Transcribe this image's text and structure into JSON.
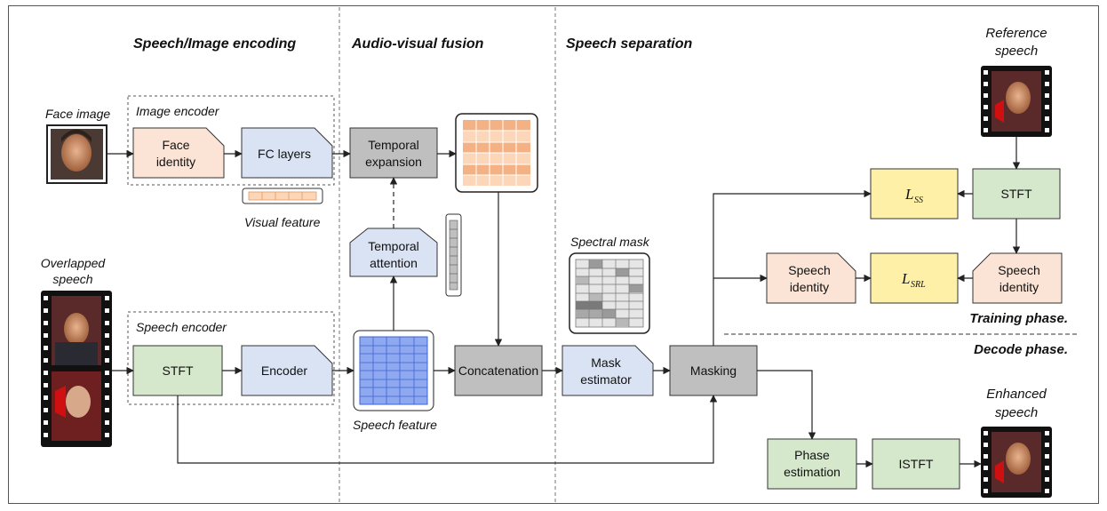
{
  "sections": {
    "speech_image_encoding": "Speech/Image encoding",
    "audio_visual_fusion": "Audio-visual fusion",
    "speech_separation": "Speech separation"
  },
  "captions": {
    "face_image": "Face image",
    "image_encoder": "Image encoder",
    "visual_feature": "Visual feature",
    "overlapped_speech_1": "Overlapped",
    "overlapped_speech_2": "speech",
    "speech_encoder": "Speech encoder",
    "speech_feature": "Speech feature",
    "spectral_mask": "Spectral mask",
    "reference_speech_1": "Reference",
    "reference_speech_2": "speech",
    "enhanced_speech_1": "Enhanced",
    "enhanced_speech_2": "speech"
  },
  "blocks": {
    "face_identity_1": "Face",
    "face_identity_2": "identity",
    "fc_layers": "FC layers",
    "temporal_expansion_1": "Temporal",
    "temporal_expansion_2": "expansion",
    "temporal_attention_1": "Temporal",
    "temporal_attention_2": "attention",
    "stft_speech": "STFT",
    "encoder": "Encoder",
    "concatenation": "Concatenation",
    "mask_estimator_1": "Mask",
    "mask_estimator_2": "estimator",
    "masking": "Masking",
    "stft_reference": "STFT",
    "loss_ss": "L",
    "loss_ss_sub": "SS",
    "loss_srl": "L",
    "loss_srl_sub": "SRL",
    "speech_identity_left_1": "Speech",
    "speech_identity_left_2": "identity",
    "speech_identity_right_1": "Speech",
    "speech_identity_right_2": "identity",
    "phase_estimation_1": "Phase",
    "phase_estimation_2": "estimation",
    "istft": "ISTFT"
  },
  "phases": {
    "training": "Training phase.",
    "decode": "Decode phase."
  },
  "colors": {
    "peach": "#fbe4d5",
    "blue": "#dae3f3",
    "green": "#d5e8cc",
    "gray": "#bfbfbf",
    "yellow": "#fff0a8",
    "orange_dark": "#f4b183",
    "orange_light": "#fbd6b8",
    "blue_cell": "#8fa9f0",
    "edge": "#222222"
  },
  "icons": {
    "face_image": "face-photo-icon",
    "film": "film-strip-icon"
  }
}
